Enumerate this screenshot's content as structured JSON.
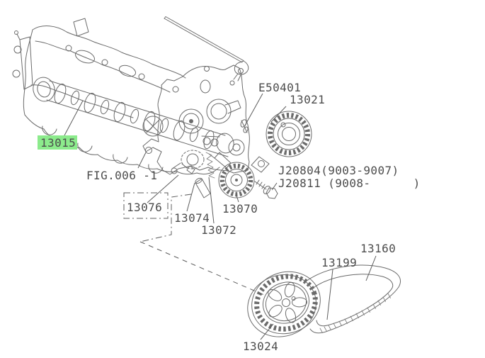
{
  "diagram": {
    "type": "parts-exploded-diagram",
    "subject": "engine-camshaft-and-timing-belt",
    "colors": {
      "background": "#ffffff",
      "line": "#6b6b6b",
      "text": "#4c4c4c",
      "highlight": "#8ceb8c"
    },
    "highlighted_part": "13015",
    "figure_reference": "FIG.006 -1",
    "labels": {
      "e50401": "E50401",
      "p13021": "13021",
      "p13015": "13015",
      "fig_ref": "FIG.006 -1",
      "p13076": "13076",
      "p13074": "13074",
      "p13072": "13072",
      "p13070": "13070",
      "j20804": "J20804(9003-9007)",
      "j20811": "J20811 (9008-      )",
      "p13160": "13160",
      "p13199": "13199",
      "p13024": "13024"
    }
  }
}
